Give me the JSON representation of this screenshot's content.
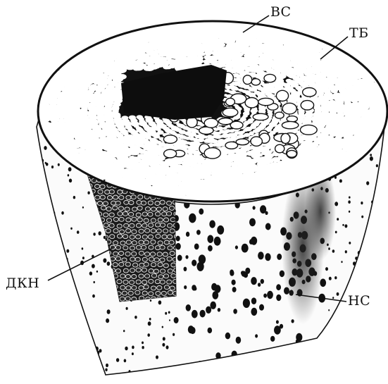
{
  "figure": {
    "description_labels": {
      "vs": "ВС",
      "tb": "ТБ",
      "dkn": "ДКН",
      "ns": "НС"
    },
    "colors": {
      "ink": "#111111",
      "paper": "#ffffff"
    }
  }
}
